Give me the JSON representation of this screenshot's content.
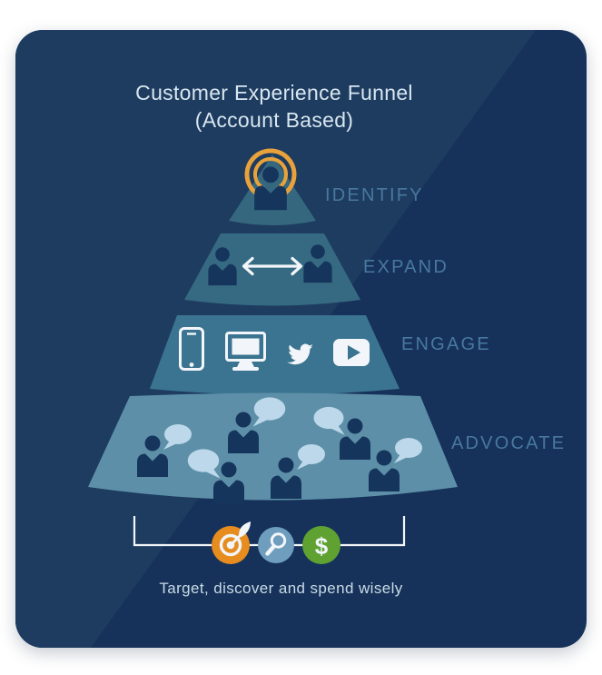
{
  "title": {
    "line1": "Customer Experience Funnel",
    "line2": "(Account Based)"
  },
  "stages": [
    {
      "label": "IDENTIFY",
      "icon": "person-broadcast-rings-icon"
    },
    {
      "label": "EXPAND",
      "icon": "two-people-double-arrow-icon"
    },
    {
      "label": "ENGAGE",
      "icons": [
        "smartphone-icon",
        "monitor-icon",
        "twitter-icon",
        "video-play-icon"
      ]
    },
    {
      "label": "ADVOCATE",
      "icon": "people-with-speech-bubbles-icon",
      "people_count": 6
    }
  ],
  "footer": {
    "icons": [
      "target-dart-icon",
      "magnifier-icon",
      "dollar-icon"
    ],
    "dollar_glyph": "$",
    "caption": "Target, discover and spend wisely"
  },
  "colors": {
    "card-bg": "#16325A",
    "sheen": "#1D3C60",
    "tier1": "#35687F",
    "tier2": "#366982",
    "tier3": "#3B7490",
    "tier4": "#5D90A8",
    "person": "#15355C",
    "bubble": "#BCD8EA",
    "ink": "#F2F6FA",
    "label": "#48789F",
    "title": "#D9E6EF",
    "caption": "#C9DAE6",
    "arc-orange": "#E9A23B",
    "target-orange": "#E78C1E",
    "magnifier-blue": "#6E9DBE",
    "dollar-green": "#5FA232"
  }
}
